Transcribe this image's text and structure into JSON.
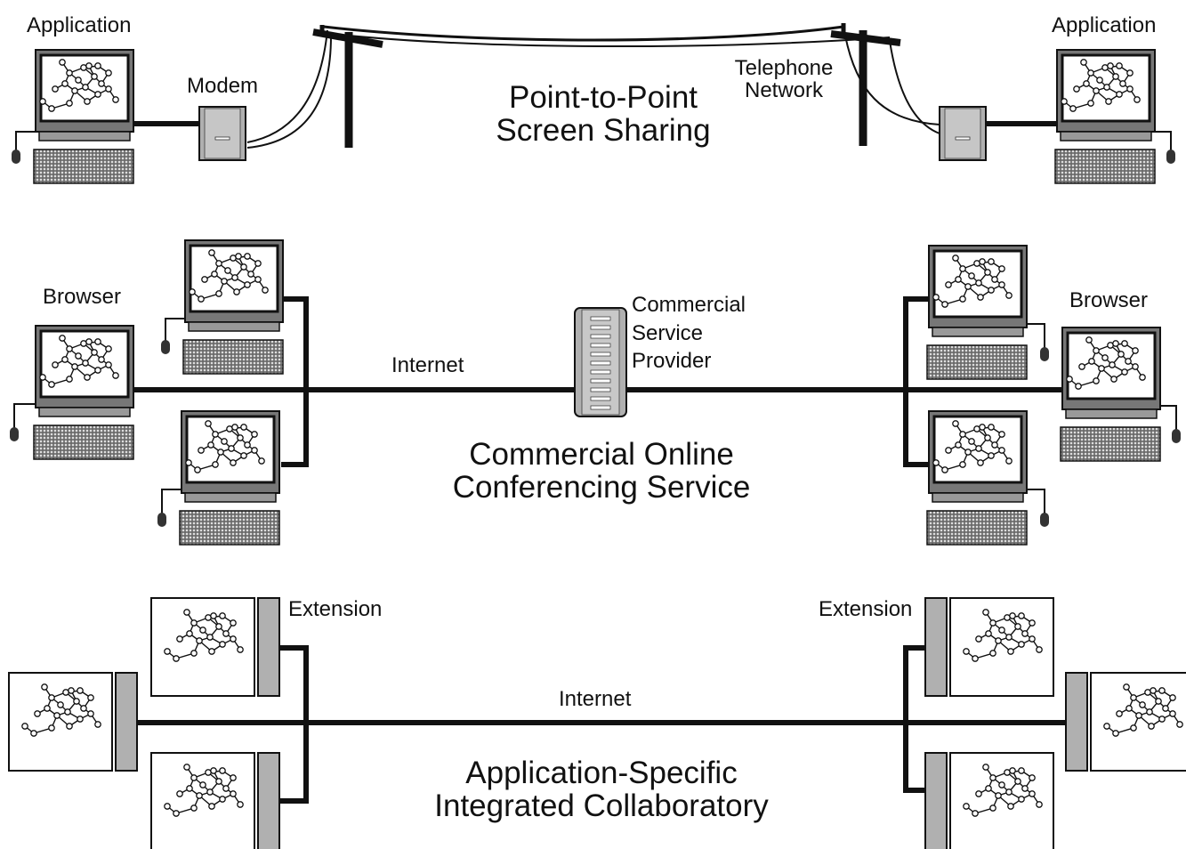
{
  "panels": {
    "top": {
      "left_label": "Application",
      "right_label": "Application",
      "modem_label": "Modem",
      "telephone_label": "Telephone",
      "network_label": "Network",
      "title_line1": "Point-to-Point",
      "title_line2": "Screen Sharing"
    },
    "middle": {
      "left_label": "Browser",
      "right_label": "Browser",
      "internet_label": "Internet",
      "provider_line1": "Commercial",
      "provider_line2": "Service",
      "provider_line3": "Provider",
      "title_line1": "Commercial Online",
      "title_line2": "Conferencing Service"
    },
    "bottom": {
      "left_label": "Extension",
      "right_label": "Extension",
      "internet_label": "Internet",
      "title_line1": "Application-Specific",
      "title_line2": "Integrated Collaboratory"
    }
  },
  "colors": {
    "ink": "#111111",
    "device_gray": "#b0b0b0",
    "dark_gray": "#555555"
  }
}
